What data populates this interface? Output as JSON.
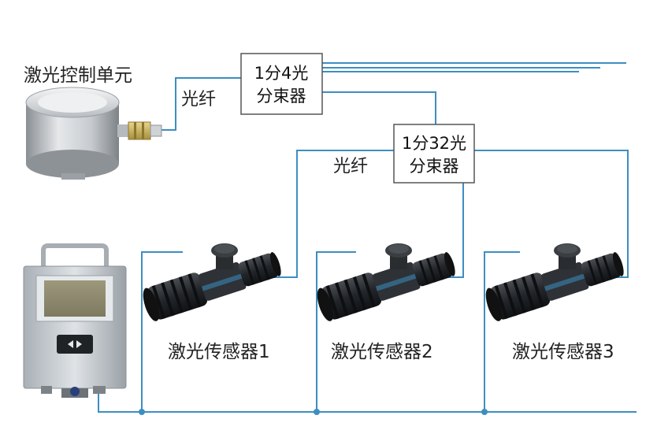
{
  "labels": {
    "controller": "激光控制单元",
    "fiber_1": "光纤",
    "fiber_2": "光纤",
    "sensor_1": "激光传感器1",
    "sensor_2": "激光传感器2",
    "sensor_3": "激光传感器3"
  },
  "splitter_4": {
    "line1": "1分4光",
    "line2": "分束器"
  },
  "splitter_32": {
    "line1": "1分32光",
    "line2": "分束器"
  },
  "colors": {
    "fiber_line": "#3d8ec2",
    "box_border": "#555555",
    "sensor_body": "#2b2e31",
    "sensor_accent": "#3d8ec2"
  }
}
